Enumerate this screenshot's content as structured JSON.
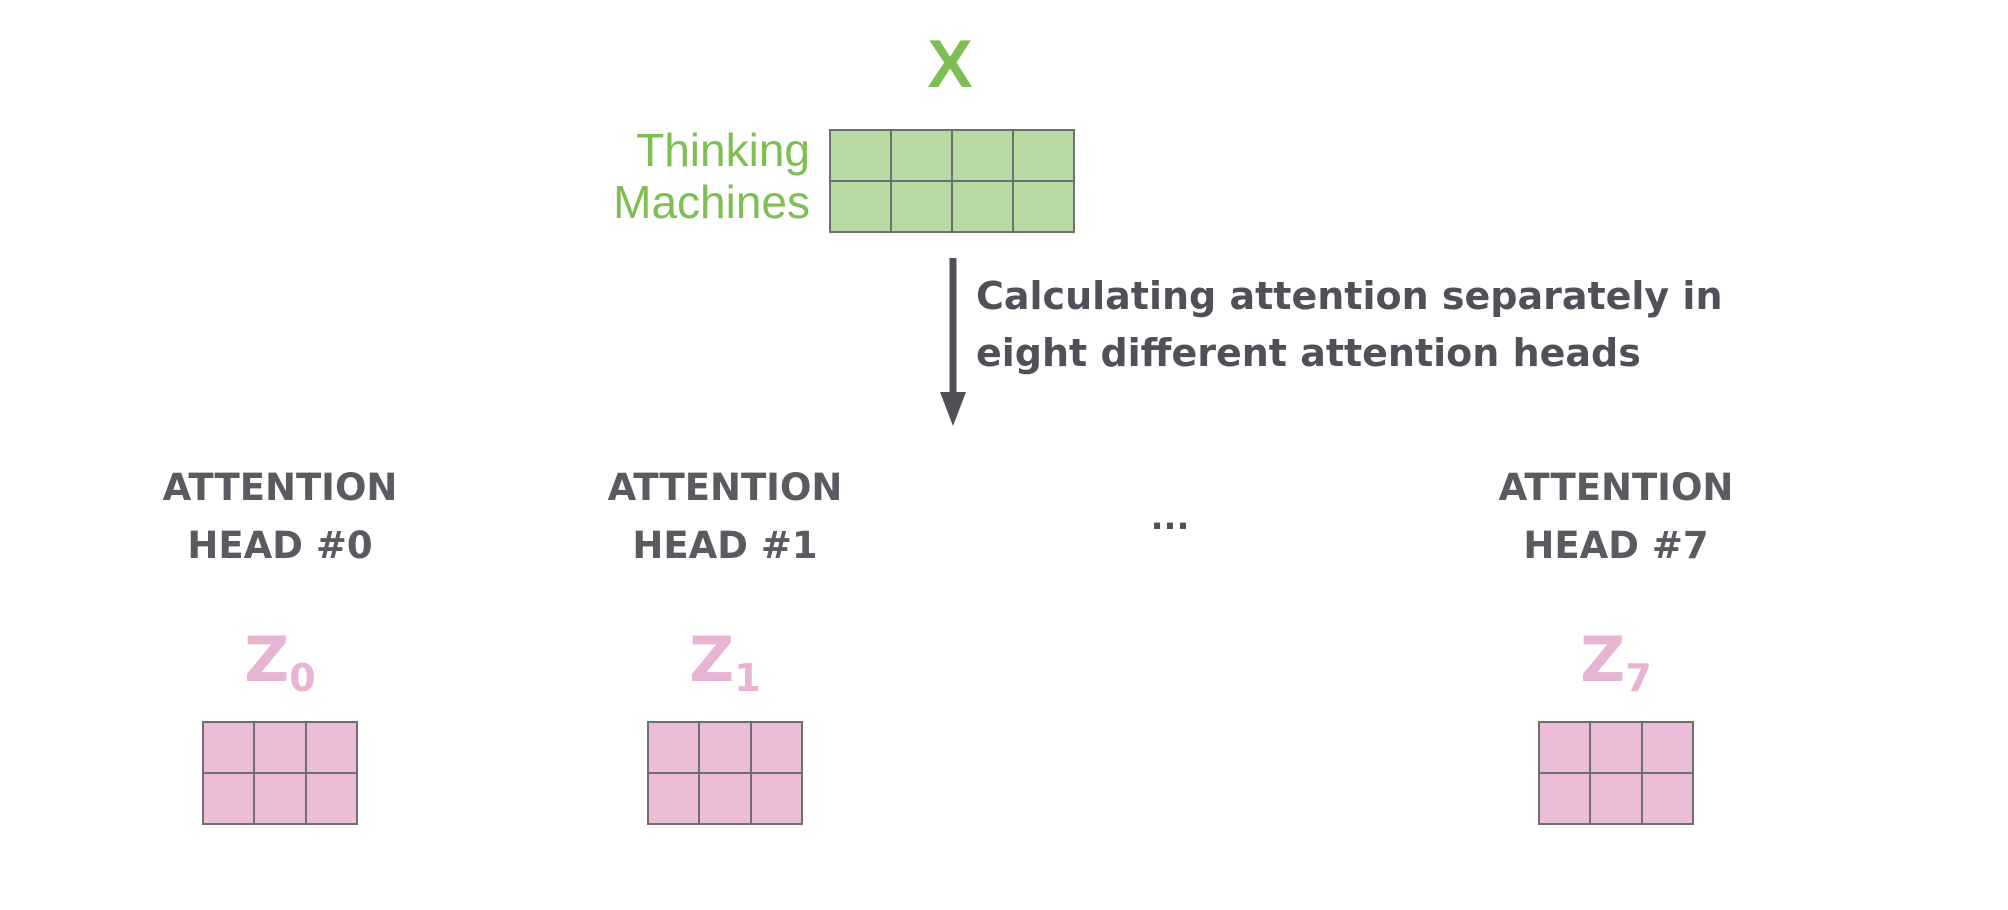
{
  "input": {
    "x_label": "X",
    "words": [
      "Thinking",
      "Machines"
    ],
    "color": "#7dbf52",
    "cell_fill": "#b9dba3"
  },
  "arrow": {
    "caption_lines": [
      "Calculating attention separately in",
      "eight different attention heads"
    ],
    "color": "#505158"
  },
  "heads": [
    {
      "title_lines": [
        "ATTENTION",
        "HEAD #0"
      ],
      "z": "Z",
      "z_sub": "0"
    },
    {
      "title_lines": [
        "ATTENTION",
        "HEAD #1"
      ],
      "z": "Z",
      "z_sub": "1"
    },
    {
      "title_lines": [
        "ATTENTION",
        "HEAD #7"
      ],
      "z": "Z",
      "z_sub": "7"
    }
  ],
  "ellipsis": "...",
  "z_color": "#e8b4d3",
  "z_cell_fill": "#ebbdd9"
}
